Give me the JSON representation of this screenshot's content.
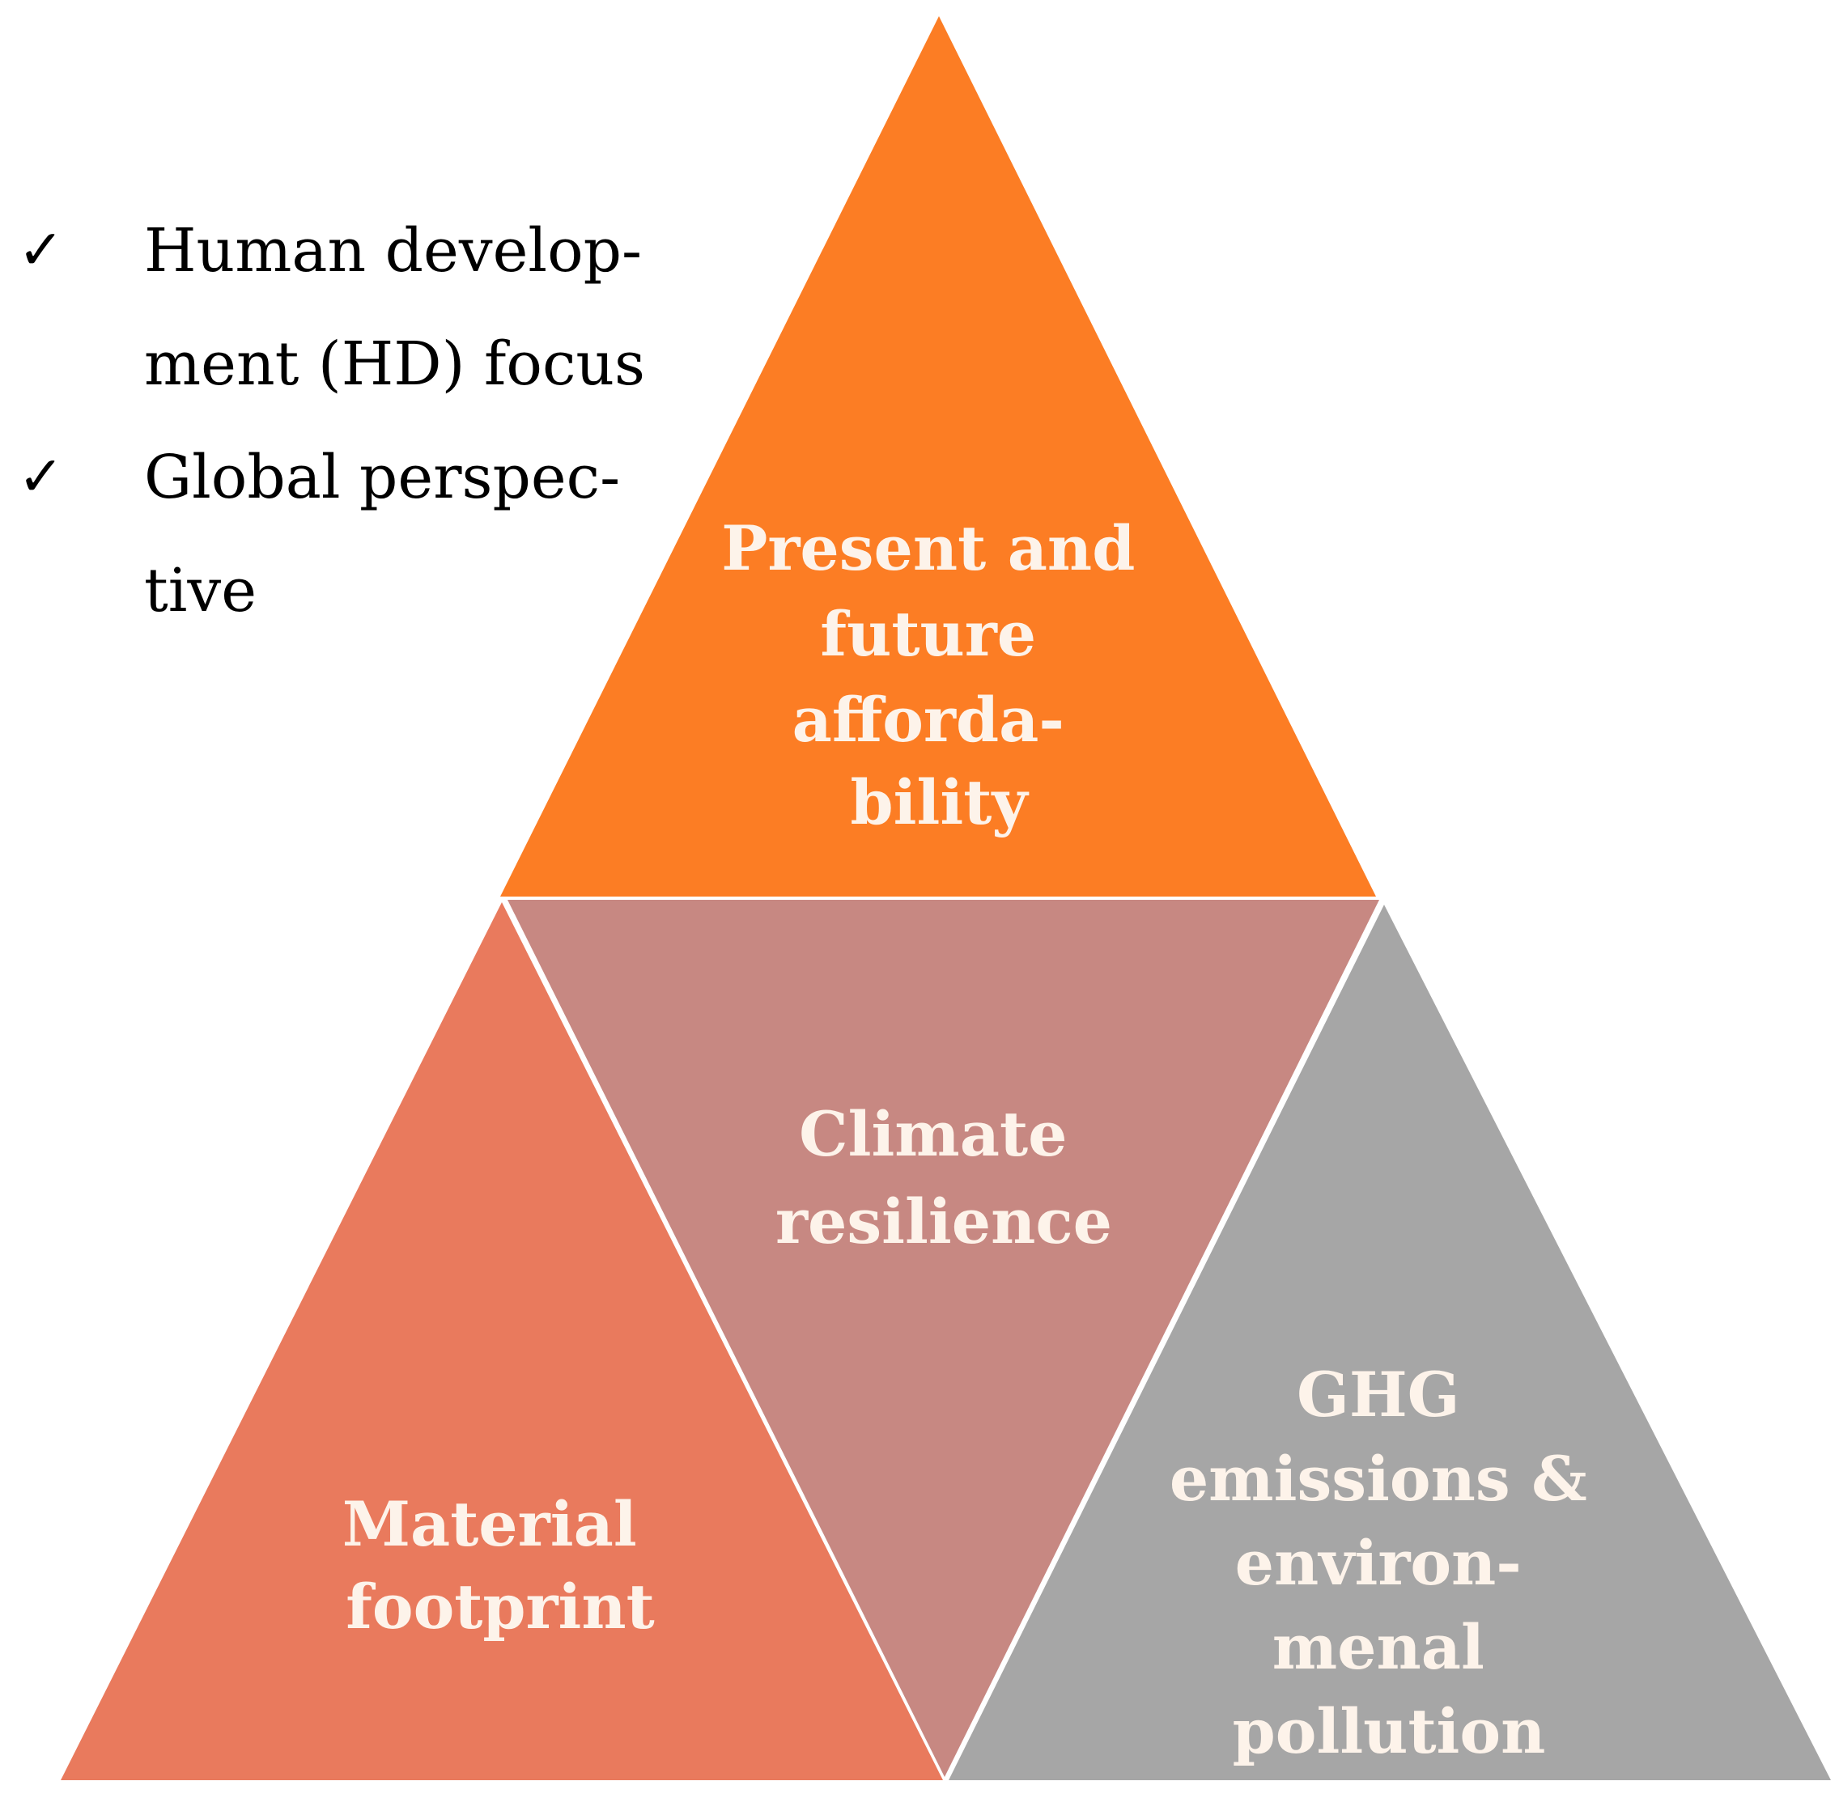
{
  "checklist": {
    "items": [
      {
        "lines": [
          "Human develop-",
          "ment (HD) focus"
        ]
      },
      {
        "lines": [
          "Global perspec-",
          "tive"
        ]
      }
    ]
  },
  "triangles": {
    "top": {
      "lines": [
        "Present and",
        "future",
        "afforda-",
        "bility"
      ],
      "color": "#fc7d24"
    },
    "left": {
      "lines": [
        "Material",
        "footprint"
      ],
      "color": "#e97a5d"
    },
    "center": {
      "lines": [
        "Climate",
        "resilience"
      ],
      "color": "#c78882"
    },
    "right": {
      "lines": [
        "GHG",
        "emissions &",
        "environ-",
        "menal",
        "pollution"
      ],
      "color": "#a6a6a6"
    }
  }
}
